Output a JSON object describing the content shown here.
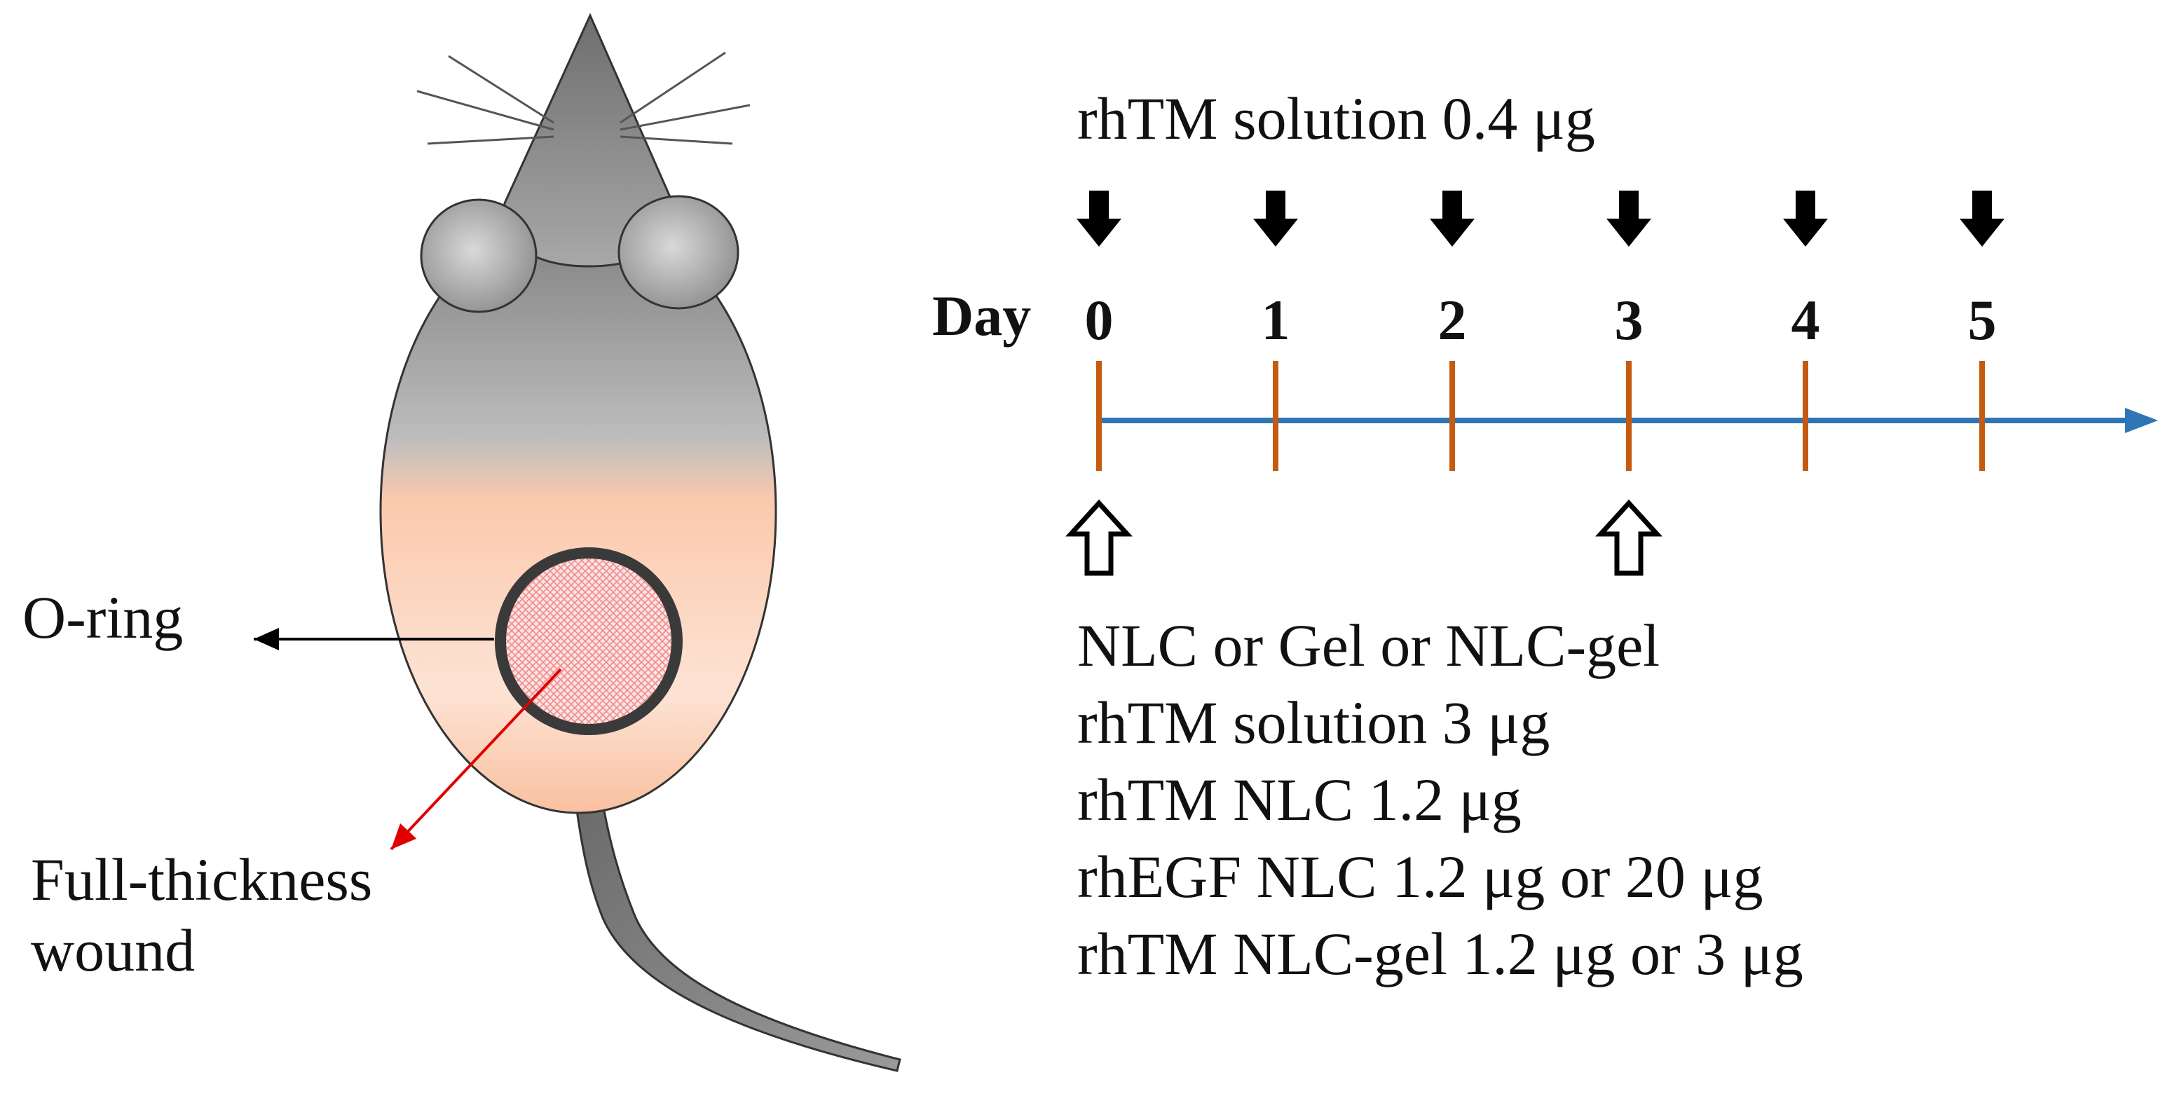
{
  "labels": {
    "oring": "O-ring",
    "wound": "Full-thickness wound",
    "top_group": "rhTM solution 0.4 μg",
    "day": "Day"
  },
  "days": [
    "0",
    "1",
    "2",
    "3",
    "4",
    "5"
  ],
  "daily_dose_arrow_days": [
    "0",
    "1",
    "2",
    "3",
    "4",
    "5"
  ],
  "single_dose_arrow_days": [
    "0",
    "3"
  ],
  "groups": [
    "NLC or Gel or NLC-gel",
    "rhTM solution 3 μg",
    "rhTM NLC 1.2 μg",
    "rhEGF NLC 1.2 μg or 20 μg",
    "rhTM NLC-gel 1.2 μg or 3 μg"
  ],
  "colors": {
    "timeline": "#2e75b6",
    "tick": "#c55a11",
    "wound_arrow": "#e00000",
    "mouse_gray": "#8c8c8c",
    "mouse_peach": "#f9c4a8",
    "oring": "#3a3a3a",
    "wound_fill": "#f6c3c3"
  }
}
